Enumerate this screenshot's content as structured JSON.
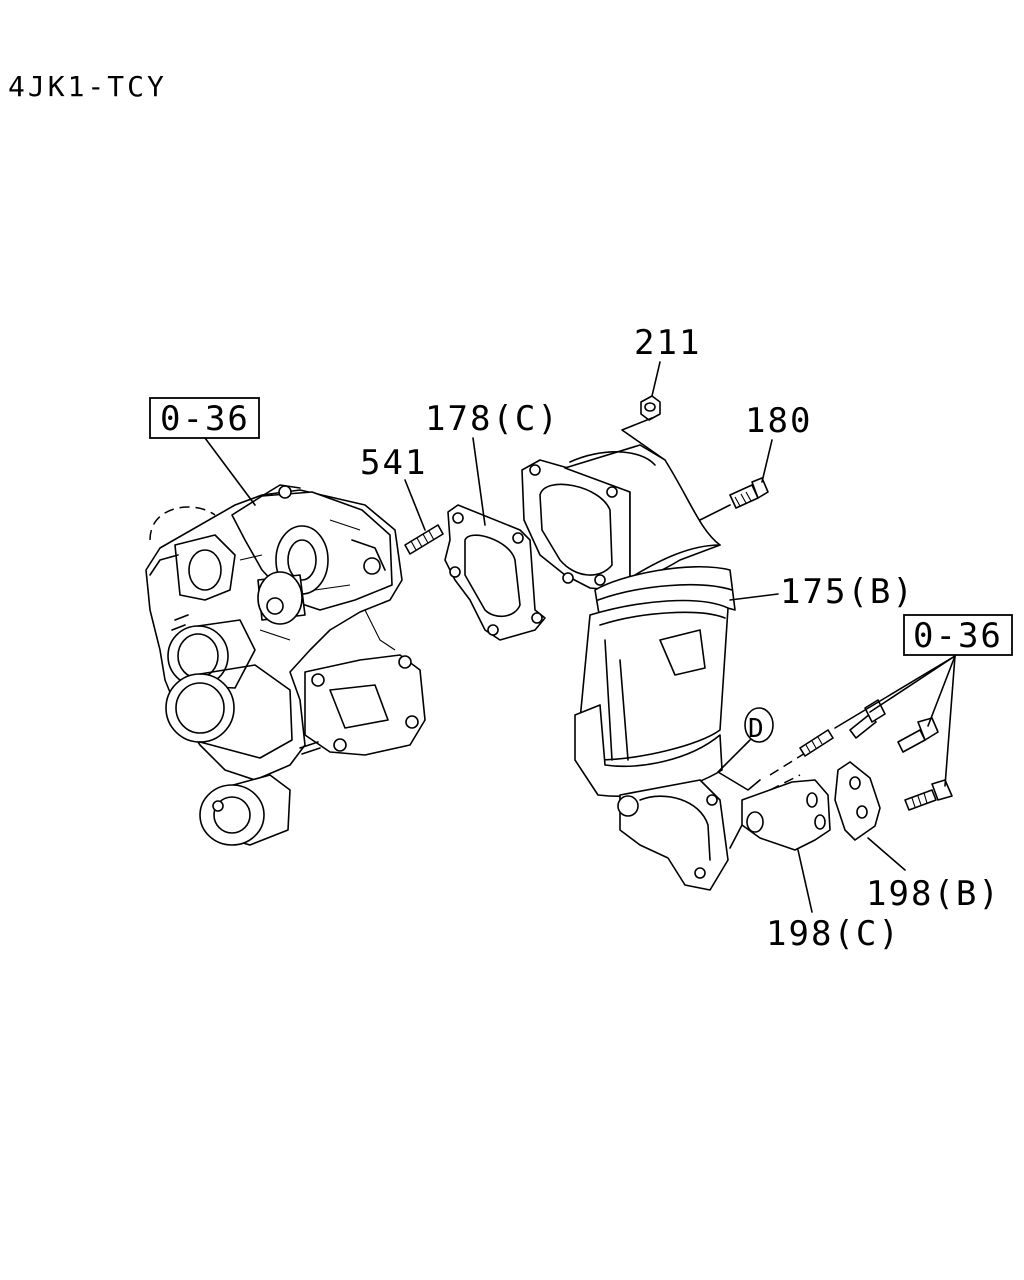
{
  "title": "4JK1-TCY",
  "labels": {
    "ref_left": "0-36",
    "ref_right": "0-36",
    "p211": "211",
    "p180": "180",
    "p178c": "178(C)",
    "p541": "541",
    "p175b": "175(B)",
    "p198b": "198(B)",
    "p198c": "198(C)",
    "callout_d": "D"
  }
}
